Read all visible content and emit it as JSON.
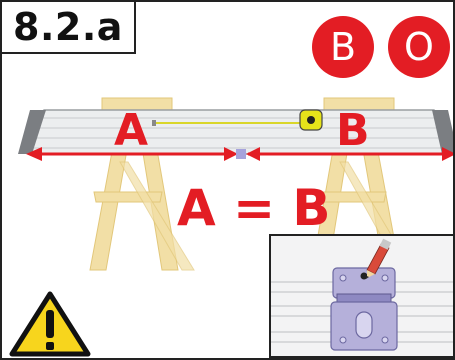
{
  "step": {
    "label": "8.2.a"
  },
  "badges": [
    {
      "letter": "B",
      "color": "#e31d24"
    },
    {
      "letter": "O",
      "color": "#e31d24"
    }
  ],
  "dimensions": {
    "left_label": "A",
    "right_label": "B",
    "equation": "A = B",
    "color": "#e31d24"
  },
  "icons": {
    "warning": "warning-triangle-icon",
    "tape": "tape-measure-icon",
    "pencil": "pencil-icon"
  },
  "colors": {
    "sawhorse": "#f0dca0",
    "rail": "#b9bcc0",
    "hinge_plate": "#b0abd6",
    "warning_fill": "#f7d51d",
    "tape_body": "#e6e31a"
  }
}
